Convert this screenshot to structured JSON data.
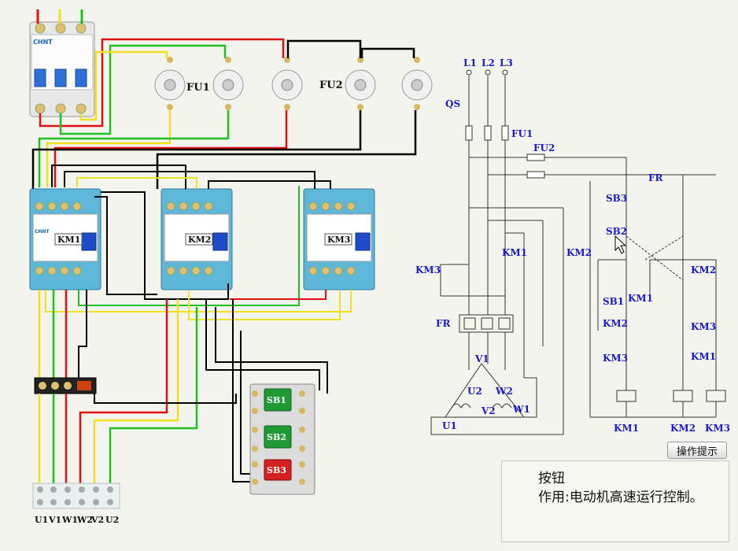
{
  "hint_button": "操作提示",
  "info": {
    "title": "按钮",
    "desc": "作用:电动机高速运行控制。"
  },
  "labels": {
    "fu1": "FU1",
    "fu2": "FU2",
    "km1": "KM1",
    "km2": "KM2",
    "km3": "KM3",
    "sb1": "SB1",
    "sb2": "SB2",
    "sb3": "SB3",
    "brand": "CHNT",
    "terminals": [
      "U1",
      "V1",
      "W1",
      "W2",
      "V2",
      "U2"
    ]
  },
  "schematic": {
    "l1": "L1",
    "l2": "L2",
    "l3": "L3",
    "qs": "QS",
    "fu1": "FU1",
    "fu2": "FU2",
    "fr": "FR",
    "km1": "KM1",
    "km2": "KM2",
    "km3": "KM3",
    "sb1": "SB1",
    "sb2": "SB2",
    "sb3": "SB3",
    "u1": "U1",
    "v1": "V1",
    "w1": "W1",
    "u2": "U2",
    "v2": "V2",
    "w2": "W2"
  },
  "colors": {
    "wire_red": "#e01010",
    "wire_green": "#20c020",
    "wire_yellow": "#f0e020",
    "wire_black": "#000000",
    "schematic_text": "#1a1ac8",
    "button_green": "#1f9a35",
    "button_red": "#d42020"
  }
}
